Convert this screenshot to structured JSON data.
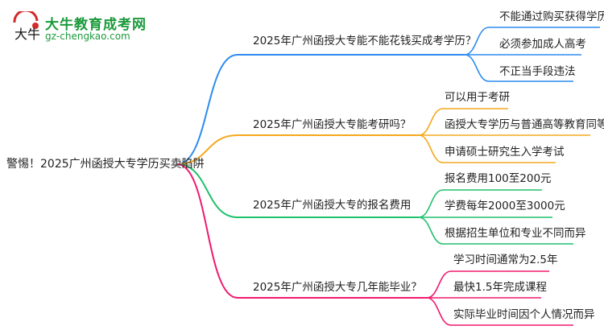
{
  "logo": {
    "title": "大牛教育成考网",
    "url": "gz-chengkao.com",
    "mark_text": "大牛"
  },
  "root": {
    "label": "警惕！2025广州函授大专学历买卖陷阱"
  },
  "branches": [
    {
      "label": "2025年广州函授大专能不能花钱买成考学历？",
      "color": "#2d8cf0",
      "leaves": [
        "不能通过购买获得学历",
        "必须参加成人高考",
        "不正当手段违法"
      ]
    },
    {
      "label": "2025年广州函授大专能考研吗？",
      "color": "#f4a81d",
      "leaves": [
        "可以用于考研",
        "函授大专学历与普通高等教育同等",
        "申请硕士研究生入学考试"
      ]
    },
    {
      "label": "2025年广州函授大专的报名费用",
      "color": "#1fc16b",
      "leaves": [
        "报名费用100至200元",
        "学费每年2000至3000元",
        "根据招生单位和专业不同而异"
      ]
    },
    {
      "label": "2025年广州函授大专几年能毕业？",
      "color": "#f0196e",
      "leaves": [
        "学习时间通常为2.5年",
        "最快1.5年完成课程",
        "实际毕业时间因个人情况而异"
      ]
    }
  ]
}
